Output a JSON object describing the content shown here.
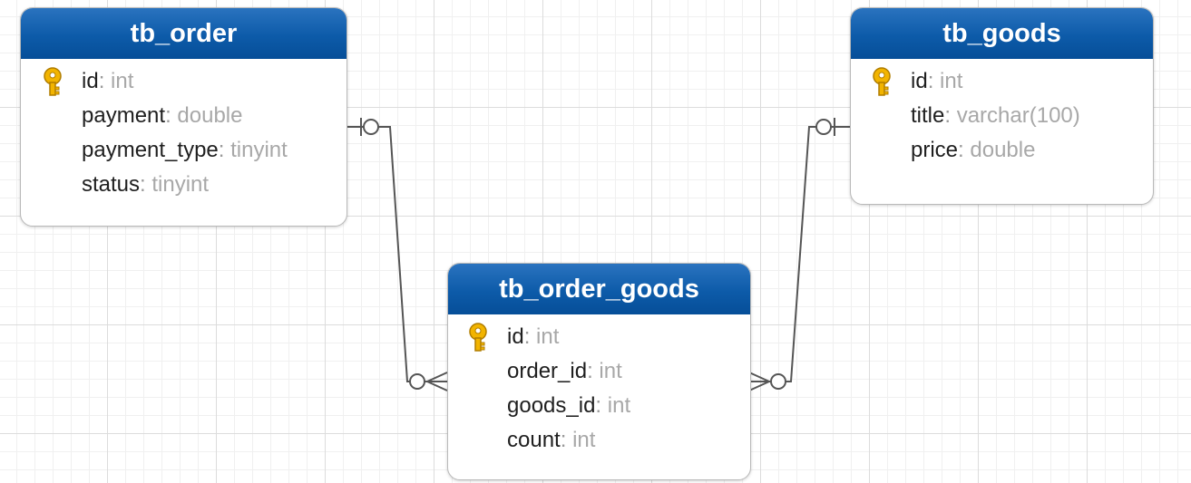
{
  "entities": {
    "tb_order": {
      "title": "tb_order",
      "attributes": [
        {
          "name": "id",
          "sep": ": ",
          "type": "int",
          "primary_key": true
        },
        {
          "name": "payment",
          "sep": ": ",
          "type": "double",
          "primary_key": false
        },
        {
          "name": "payment_type",
          "sep": ": ",
          "type": "tinyint",
          "primary_key": false
        },
        {
          "name": "status",
          "sep": ": ",
          "type": "tinyint",
          "primary_key": false
        }
      ]
    },
    "tb_goods": {
      "title": "tb_goods",
      "attributes": [
        {
          "name": "id",
          "sep": ": ",
          "type": "int",
          "primary_key": true
        },
        {
          "name": "title",
          "sep": ": ",
          "type": "varchar(100)",
          "primary_key": false
        },
        {
          "name": "price",
          "sep": ": ",
          "type": "double",
          "primary_key": false
        }
      ]
    },
    "tb_order_goods": {
      "title": "tb_order_goods",
      "attributes": [
        {
          "name": "id",
          "sep": ": ",
          "type": "int",
          "primary_key": true
        },
        {
          "name": "order_id",
          "sep": ": ",
          "type": "int",
          "primary_key": false
        },
        {
          "name": "goods_id",
          "sep": ": ",
          "type": "int",
          "primary_key": false
        },
        {
          "name": "count",
          "sep": ": ",
          "type": "int",
          "primary_key": false
        }
      ]
    }
  },
  "relationships": [
    {
      "from": "tb_order",
      "from_cardinality": "zero-or-one",
      "to": "tb_order_goods",
      "to_cardinality": "zero-or-many"
    },
    {
      "from": "tb_goods",
      "from_cardinality": "zero-or-one",
      "to": "tb_order_goods",
      "to_cardinality": "zero-or-many"
    }
  ],
  "colors": {
    "header": "#0d5ba9",
    "header_text": "#ffffff",
    "attr_name": "#1f1f1f",
    "attr_type": "#a8a8a8",
    "key_icon": "#f2b400",
    "connector": "#555555"
  },
  "icons": {
    "primary_key": "key-icon"
  }
}
